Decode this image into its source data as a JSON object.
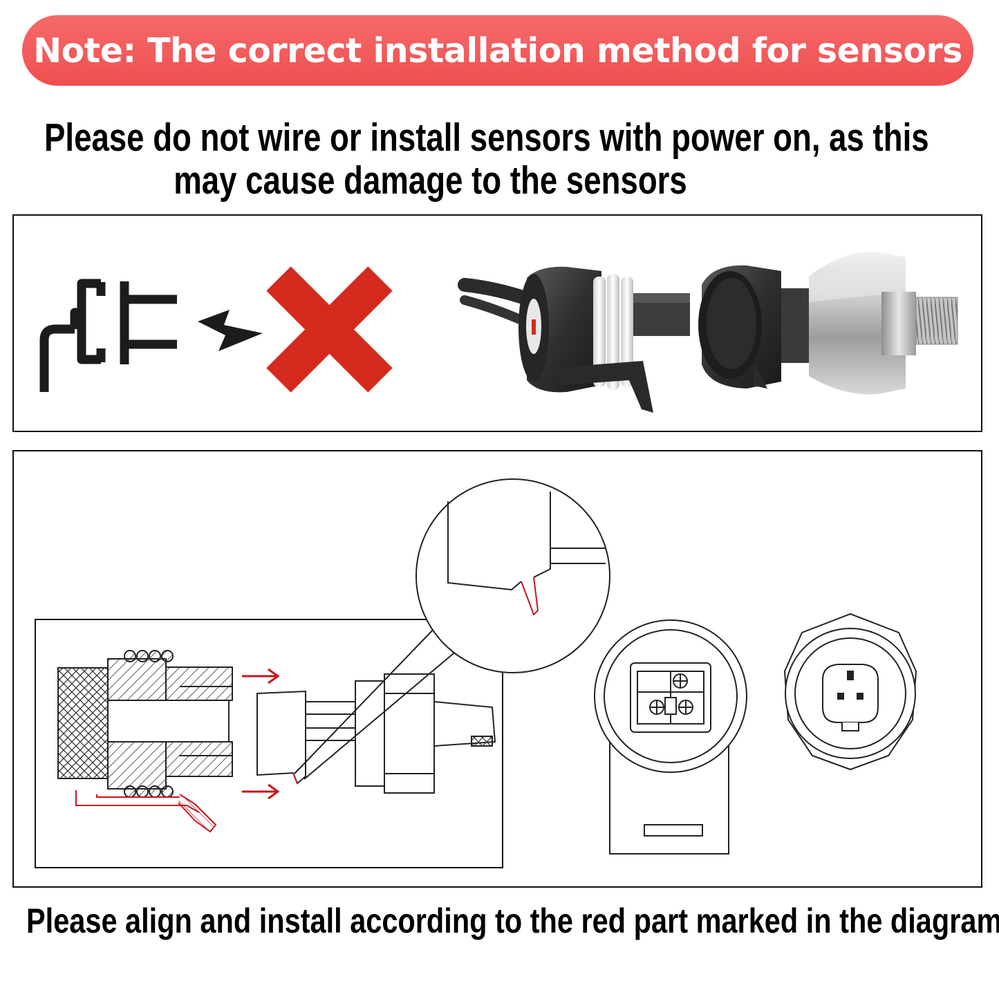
{
  "banner": {
    "text": "Note: The correct installation method for sensors",
    "color": "#ef5354"
  },
  "warning": {
    "line1": "Please do not wire or install sensors with power on, as this",
    "line2": "may cause damage to the sensors"
  },
  "footer": {
    "text": "Please align and install according to the red part marked in the diagram."
  },
  "colors": {
    "accent_red": "#d42a1e",
    "diagram_red": "#c8151b",
    "ink": "#1c1c1c"
  },
  "icons": [
    "power-plug-icon",
    "lightning-bolt-icon",
    "red-x-icon"
  ]
}
